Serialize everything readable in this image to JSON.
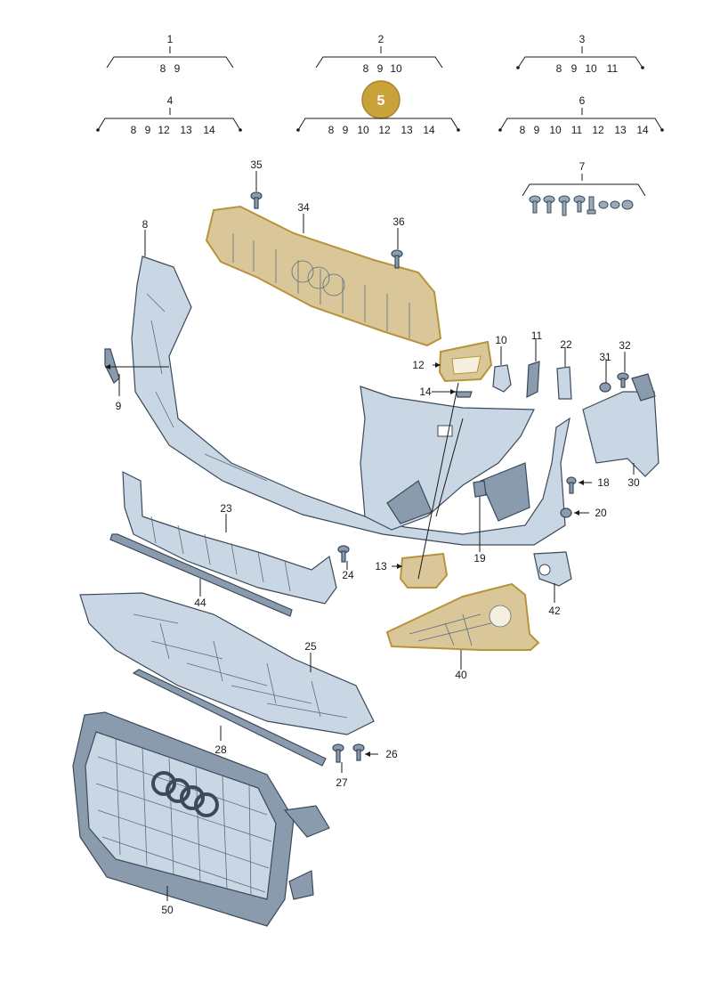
{
  "groups": [
    {
      "id": "1",
      "subs": [
        "8",
        "9"
      ]
    },
    {
      "id": "2",
      "subs": [
        "8",
        "9",
        "10"
      ]
    },
    {
      "id": "3",
      "subs": [
        "8",
        "9",
        "10",
        "11"
      ]
    },
    {
      "id": "4",
      "subs": [
        "8",
        "9",
        "12",
        "13",
        "14"
      ]
    },
    {
      "id": "5",
      "subs": [
        "8",
        "9",
        "10",
        "12",
        "13",
        "14"
      ]
    },
    {
      "id": "6",
      "subs": [
        "8",
        "9",
        "10",
        "11",
        "12",
        "13",
        "14"
      ]
    },
    {
      "id": "7",
      "subs": []
    }
  ],
  "highlighted_group": "5",
  "callouts": [
    "35",
    "34",
    "36",
    "8",
    "9",
    "10",
    "11",
    "22",
    "31",
    "32",
    "12",
    "14",
    "30",
    "18",
    "20",
    "23",
    "24",
    "44",
    "19",
    "13",
    "42",
    "25",
    "40",
    "28",
    "26",
    "27",
    "50"
  ],
  "colors": {
    "part": "#c9d6e3",
    "outline": "#3b4a5a",
    "highlight": "#d9c79a",
    "highlight_outline": "#b8933a",
    "badge": "#c9a23a"
  }
}
